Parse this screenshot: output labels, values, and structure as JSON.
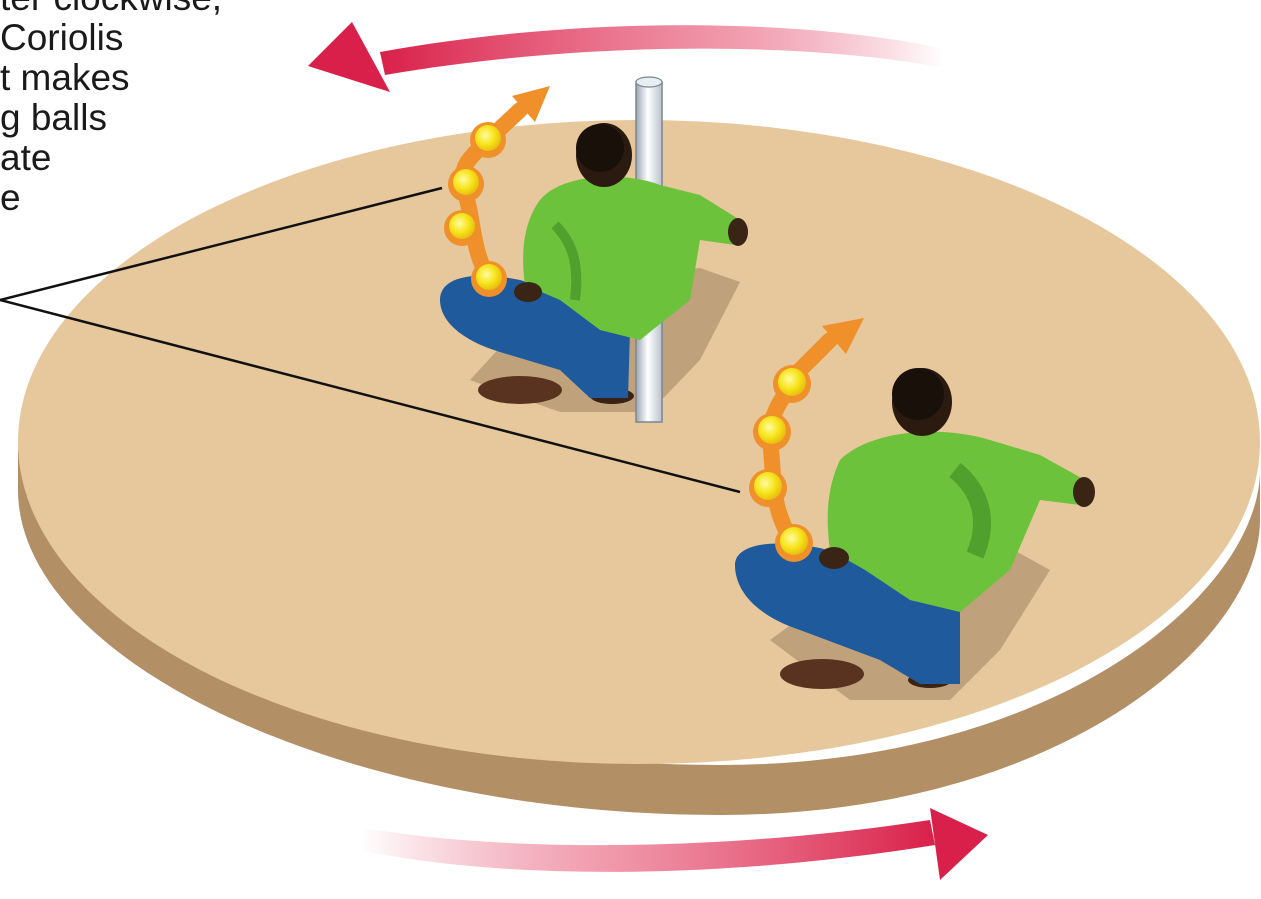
{
  "caption": {
    "lines": [
      "ter clockwise,",
      "Coriolis",
      "t makes",
      "g balls",
      "ate",
      "e"
    ]
  },
  "colors": {
    "background": "#ffffff",
    "turntable_top": "#e6c89c",
    "turntable_side": "#b38f66",
    "rotation_arrow": "#d9204a",
    "shirt": "#6cc23a",
    "pants": "#1e5a9c",
    "skin": "#3a2415",
    "ball": "#f7e41a",
    "ball_ring": "#f0902a",
    "trajectory_arrow": "#f0902a",
    "pole": "#c8d0d8",
    "leader_line": "#111111"
  },
  "elements": {
    "turntable": "turntable-disk",
    "pole": "center-pole",
    "person_inner": "inner-person",
    "person_outer": "outer-person",
    "rotation": "counterclockwise"
  }
}
